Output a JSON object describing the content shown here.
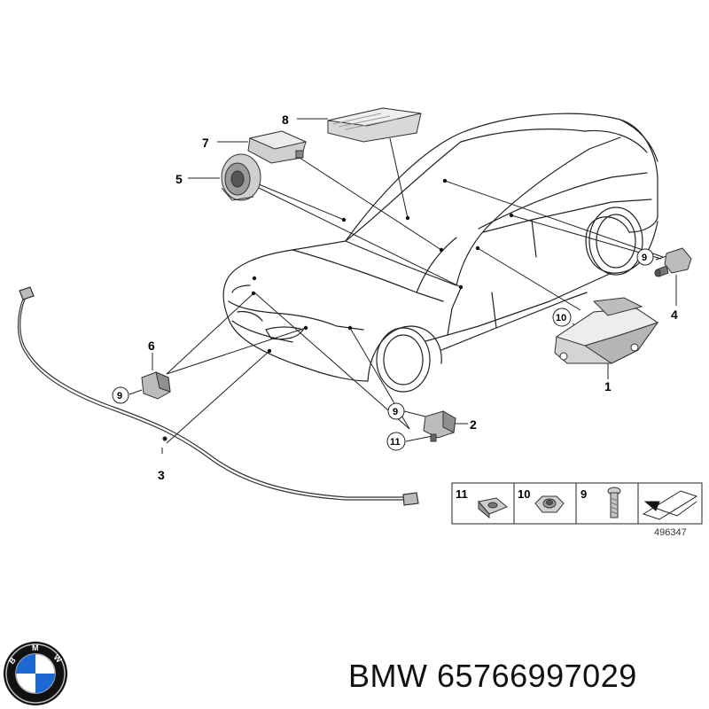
{
  "callouts": {
    "c1": "1",
    "c2": "2",
    "c3": "3",
    "c4": "4",
    "c5": "5",
    "c6": "6",
    "c7": "7",
    "c8": "8",
    "c9a": "9",
    "c9b": "9",
    "c9c": "9",
    "c10": "10",
    "c11": "11"
  },
  "legend": {
    "l11": "11",
    "l10": "10",
    "l9": "9",
    "ref": "496347"
  },
  "logo": {
    "letters": "BMW"
  },
  "footer": {
    "brand": "BMW",
    "part_number": "65766997029"
  },
  "colors": {
    "line": "#222222",
    "part_fill": "#e6e6e6",
    "part_dark": "#9a9a9a",
    "logo_blue": "#1c69d4",
    "logo_black": "#111111"
  }
}
